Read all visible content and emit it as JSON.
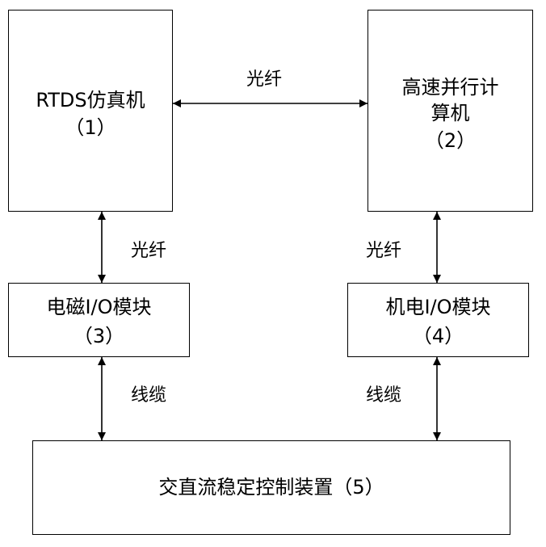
{
  "nodes": {
    "rtds": {
      "line1": "RTDS仿真机",
      "line2": "（1）"
    },
    "computer": {
      "line1": "高速并行计",
      "line2": "算机",
      "line3": "（2）"
    },
    "em_io": {
      "line1": "电磁I/O模块",
      "line2": "（3）"
    },
    "mech_io": {
      "line1": "机电I/O模块",
      "line2": "（4）"
    },
    "controller": {
      "label": "交直流稳定控制装置（5）"
    }
  },
  "links": {
    "rtds_computer": "光纤",
    "rtds_em_io": "光纤",
    "computer_mech_io": "光纤",
    "em_io_controller": "线缆",
    "mech_io_controller": "线缆"
  }
}
